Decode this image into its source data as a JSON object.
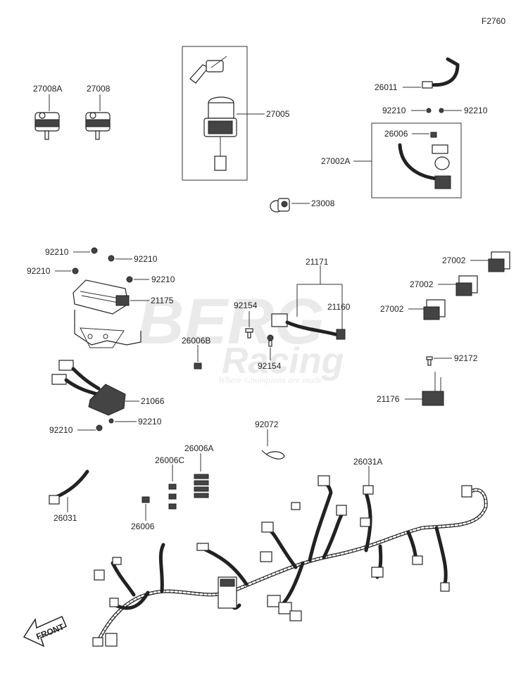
{
  "diagram_code": "F2760",
  "watermark": {
    "brand": "BERG",
    "sub": "Racing",
    "tagline": "Where Champions are made"
  },
  "labels": {
    "p27008A": "27008A",
    "p27008": "27008",
    "p27005": "27005",
    "p26011": "26011",
    "p92210_tr_a": "92210",
    "p92210_tr_b": "92210",
    "p26006_top": "26006",
    "p27002A": "27002A",
    "p23008": "23008",
    "p92210_l1": "92210",
    "p92210_l2": "92210",
    "p92210_l3": "92210",
    "p92210_l4": "92210",
    "p21175": "21175",
    "p21171": "21171",
    "p92154_a": "92154",
    "p21160": "21160",
    "p92154_b": "92154",
    "p26006B": "26006B",
    "p27002_a": "27002",
    "p27002_b": "27002",
    "p27002_c": "27002",
    "p92172": "92172",
    "p21176": "21176",
    "p21066": "21066",
    "p92210_b1": "92210",
    "p92210_b2": "92210",
    "p92072": "92072",
    "p26006A": "26006A",
    "p26006C": "26006C",
    "p26031A": "26031A",
    "p26031": "26031",
    "p26006_bot": "26006",
    "front": "FRONT"
  }
}
